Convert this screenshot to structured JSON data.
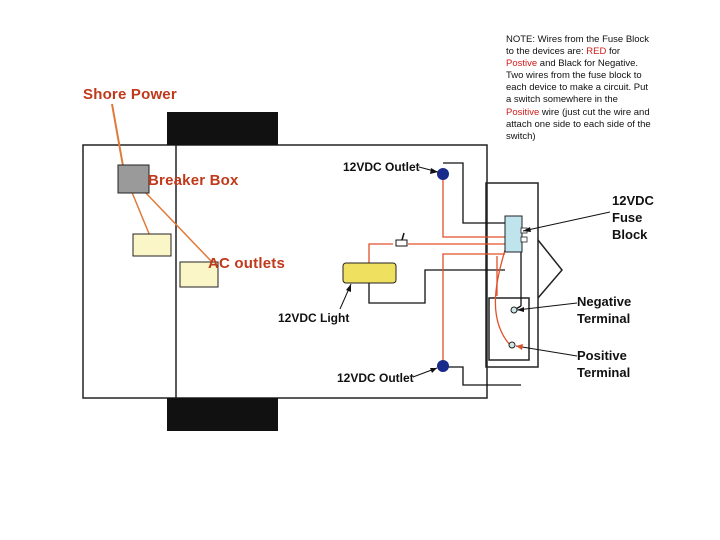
{
  "labels": {
    "shore_power": "Shore Power",
    "breaker_box": "Breaker Box",
    "ac_outlets": "AC outlets",
    "outlet_top": "12VDC Outlet",
    "outlet_bottom": "12VDC Outlet",
    "light": "12VDC Light",
    "fuse_block_line1": "12VDC",
    "fuse_block_line2": "Fuse",
    "fuse_block_line3": "Block",
    "negative_line1": "Negative",
    "negative_line2": "Terminal",
    "positive_line1": "Positive",
    "positive_line2": "Terminal"
  },
  "note": {
    "part1": "NOTE: Wires from the Fuse Block to the devices are:  ",
    "red_word": "RED",
    "part2": " for ",
    "positive_word": "Postive",
    "part3": " and Black for Negative.  Two wires from the fuse block to each device to make a circuit.  Put a switch somewhere in the ",
    "positive_word2": "Positive",
    "part4": " wire (just cut the wire and attach one side to each side of the switch)"
  },
  "colors": {
    "positive_wire": "#e0502a",
    "negative_wire": "#111111",
    "label_orange": "#c0391b",
    "note_red": "#d21a1a",
    "outlet_fill": "#1a2a8a",
    "light_fill": "#f0e060",
    "fuse_fill": "#bfe4ee",
    "breaker_fill": "#9a9a9a",
    "ac_outlet_fill": "#fbf6c8"
  }
}
